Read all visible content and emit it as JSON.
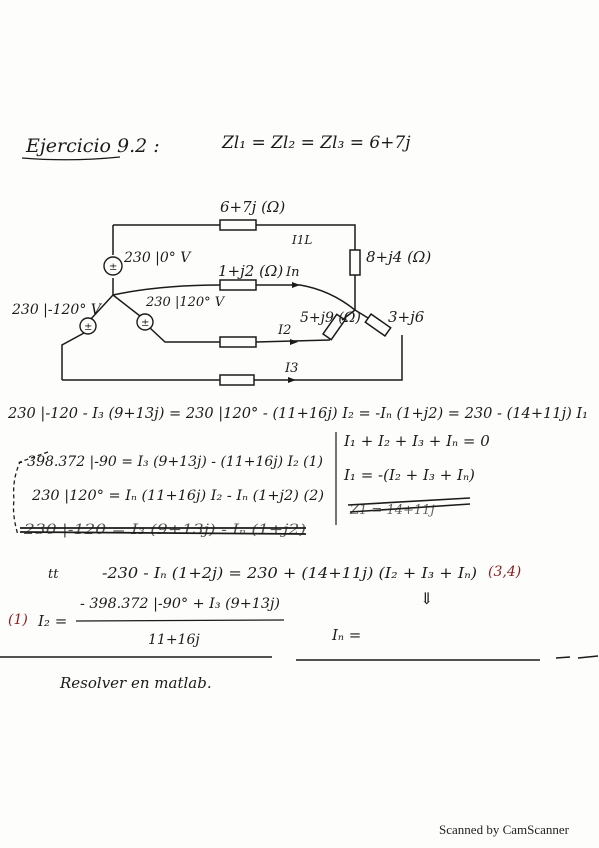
{
  "header": {
    "title": "Ejercicio 9.2 :",
    "impedances": "Zl₁ = Zl₂ = Zl₃ = 6+7j"
  },
  "circuit": {
    "line1_impedance": "6+7j (Ω)",
    "line2_impedance": "1+j2 (Ω)",
    "load1_impedance": "8+j4 (Ω)",
    "load2_impedance": "5+j9 (Ω)",
    "load3_impedance": "3+j6",
    "source_top": "230 |0° V",
    "source_left": "230 |-120° V",
    "source_mid": "230 |120° V",
    "current_1": "I1L",
    "current_n": "In",
    "current_2": "I2",
    "current_3": "I3"
  },
  "equations": {
    "eq_main": "230 |-120 - I₃ (9+13j) = 230 |120° - (11+16j) I₂ = -Iₙ (1+j2) = 230 - (14+11j) I₁",
    "eq1": "- 398.372 |-90 = I₃ (9+13j) - (11+16j) I₂ (1)",
    "eq2": "230 |120° = Iₙ (11+16j) I₂ - Iₙ (1+j2) (2)",
    "eq_struck": "230 |-120 = I₃ (9+13j) - Iₙ (1+j2)",
    "kcl": "I₁ + I₂ + I₃ + Iₙ = 0",
    "kcl2": "I₁ = -(I₂ + I₃ + Iₙ)",
    "struck_small": "Z1 = 14+11j",
    "eq3_prefix": "tt",
    "eq3": "-230 - Iₙ (1+2j) = 230 + (14+11j) (I₂ + I₃ + Iₙ)",
    "eq3_tag": "(3,4)",
    "arrow_down": "⇓",
    "eq_i2_num_label": "(1)",
    "eq_i2_lhs": "I₂ =",
    "eq_i2_numerator": "- 398.372 |-90° + I₃ (9+13j)",
    "eq_i2_denominator": "11+16j",
    "eq_in": "Iₙ =",
    "note": "Resolver en matlab."
  },
  "footer": {
    "scanner": "Scanned by CamScanner"
  },
  "colors": {
    "ink": "#1b1b1b",
    "red_ink": "#8a1d1d",
    "paper": "#fdfdfb"
  }
}
